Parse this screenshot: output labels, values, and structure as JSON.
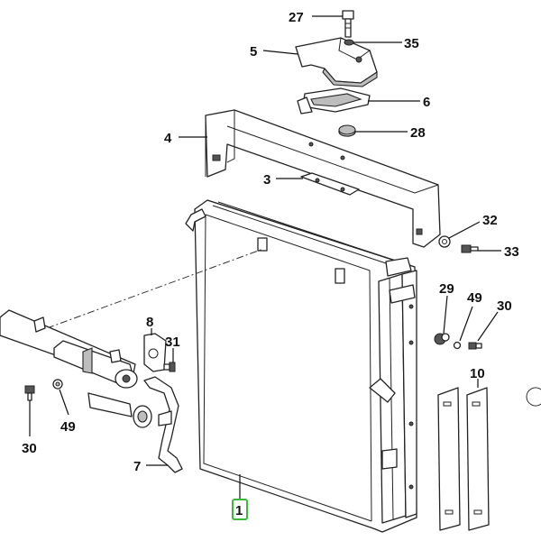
{
  "callouts": {
    "c27": "27",
    "c5": "5",
    "c35": "35",
    "c6": "6",
    "c4": "4",
    "c28": "28",
    "c3": "3",
    "c32": "32",
    "c33": "33",
    "c29": "29",
    "c49_right": "49",
    "c30_right": "30",
    "c8": "8",
    "c31": "31",
    "c10": "10",
    "c49_left": "49",
    "c30_left": "30",
    "c7": "7",
    "c1": "1"
  },
  "highlight": {
    "callout": "1",
    "color": "#3cb83c"
  }
}
